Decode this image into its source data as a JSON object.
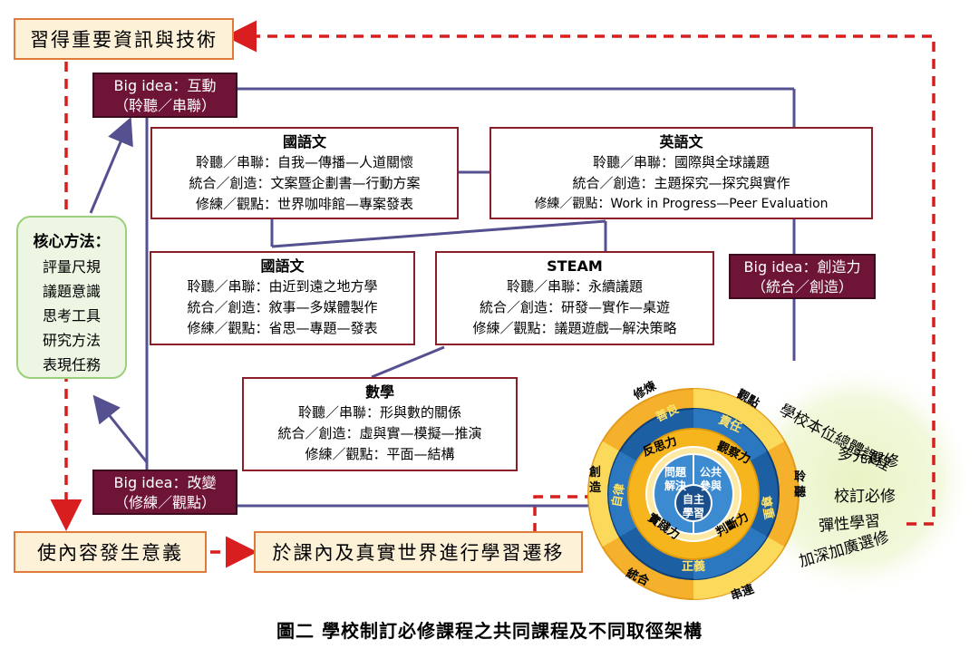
{
  "top_left_box": "習得重要資訊與技術",
  "bottom_left_box": "使內容發生意義",
  "bottom_mid_box": "於課內及真實世界進行學習遷移",
  "big_ideas": {
    "interaction": {
      "line1": "Big idea：互動",
      "line2": "（聆聽／串聯）"
    },
    "creativity": {
      "line1": "Big idea：創造力",
      "line2": "（統合／創造）"
    },
    "change": {
      "line1": "Big idea：改變",
      "line2": "（修練／觀點）"
    }
  },
  "core_methods": {
    "title": "核心方法：",
    "items": [
      "評量尺規",
      "議題意識",
      "思考工具",
      "研究方法",
      "表現任務"
    ]
  },
  "subjects": [
    {
      "title": "國語文",
      "lines": [
        "聆聽／串聯：自我—傳播—人道關懷",
        "統合／創造：文案暨企劃書—行動方案",
        "修練／觀點：世界咖啡館—專案發表"
      ]
    },
    {
      "title": "英語文",
      "lines": [
        "聆聽／串聯：國際與全球議題",
        "統合／創造：主題探究—探究與實作",
        "修練／觀點：Work in Progress—Peer Evaluation"
      ]
    },
    {
      "title": "國語文",
      "lines": [
        "聆聽／串聯：由近到遠之地方學",
        "統合／創造：敘事—多媒體製作",
        "修練／觀點：省思—專題—發表"
      ]
    },
    {
      "title": "STEAM",
      "lines": [
        "聆聽／串聯：永續議題",
        "統合／創造：研發—實作—桌遊",
        "修練／觀點：議題遊戲—解決策略"
      ]
    },
    {
      "title": "數學",
      "lines": [
        "聆聽／串聯：形與數的關係",
        "統合／創造：虛與實—模擬—推演",
        "修練／觀點：平面—結構"
      ]
    }
  ],
  "wheel": {
    "outer": [
      "修煉",
      "觀點",
      "聆聽",
      "串連",
      "統合",
      "創造"
    ],
    "ring2": [
      "善良",
      "責任",
      "尊重",
      "正義",
      "自律"
    ],
    "ring3": [
      "反思力",
      "觀察力",
      "判斷力",
      "實踐力"
    ],
    "inner": [
      "問題解決",
      "公共參與"
    ],
    "center": "自主學習"
  },
  "right_list": [
    "學校本位總體課程",
    "多元選修",
    "校訂必修",
    "彈性學習",
    "加深加廣選修"
  ],
  "caption": "圖二  學校制訂必修課程之共同課程及不同取徑架構",
  "colors": {
    "maroon": "#6e1437",
    "dashed": "#d81e1e",
    "connector": "#55508f",
    "orange_border": "#e07a3a"
  }
}
